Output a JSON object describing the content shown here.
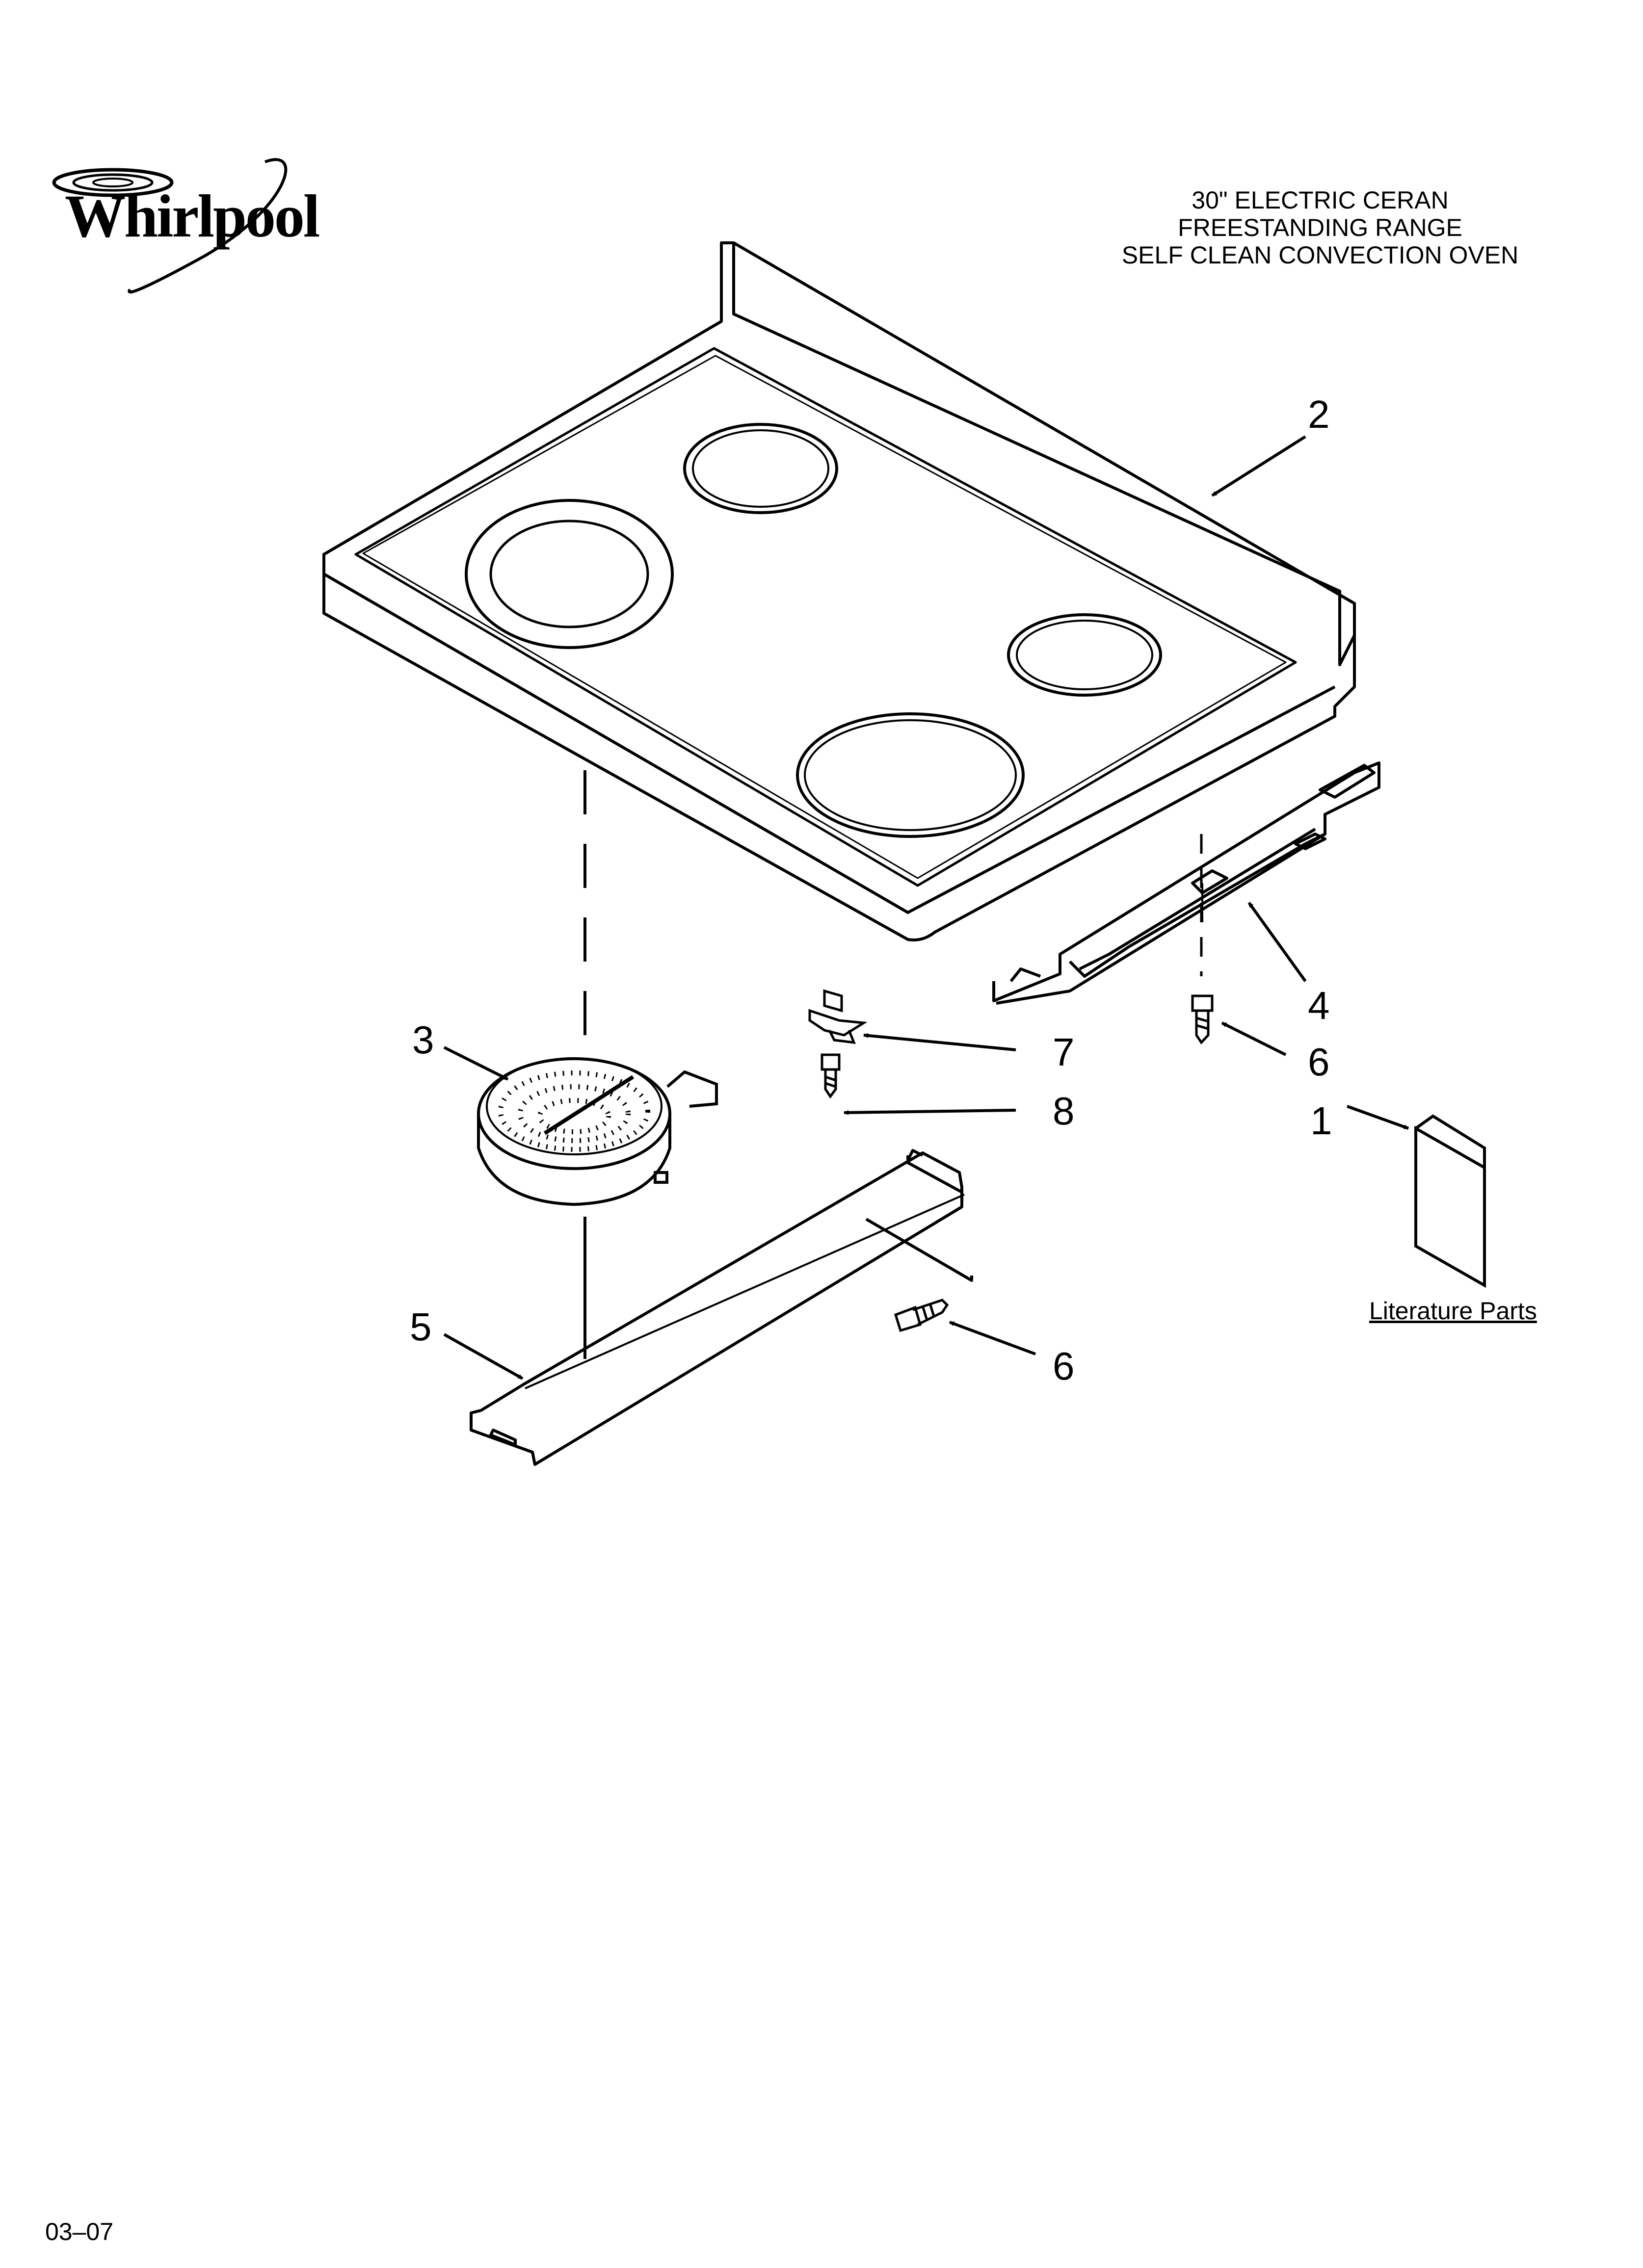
{
  "brand": "Whirlpool",
  "title_lines": [
    "30\" ELECTRIC CERAN",
    "FREESTANDING RANGE",
    "SELF CLEAN CONVECTION OVEN"
  ],
  "callouts": {
    "cooktop": "2",
    "radiant_element": "3",
    "rear_bracket": "4",
    "rear_bracket_screw": "6",
    "literature": "1",
    "clip": "7",
    "clip_screw": "8",
    "front_bracket": "5",
    "front_bracket_screw": "6"
  },
  "literature_label": "Literature Parts",
  "footer_code": "03–07"
}
